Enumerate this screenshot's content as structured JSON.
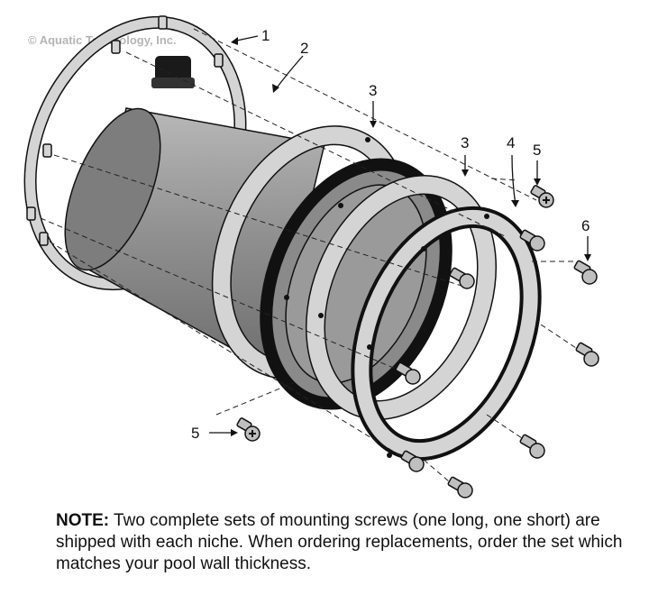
{
  "watermark": "© Aquatic Technology, Inc.",
  "callouts": {
    "c1": "1",
    "c2": "2",
    "c3a": "3",
    "c3b": "3",
    "c4": "4",
    "c5a": "5",
    "c5b": "5",
    "c6": "6"
  },
  "note": {
    "label": "NOTE:",
    "text": "Two complete sets of mounting screws (one long, one short) are shipped with each niche. When ordering replacements, order the set which matches your pool wall thickness."
  },
  "colors": {
    "niche_body": "#9a9a9a",
    "ring": "#d2d2d2",
    "dark": "#111111"
  }
}
